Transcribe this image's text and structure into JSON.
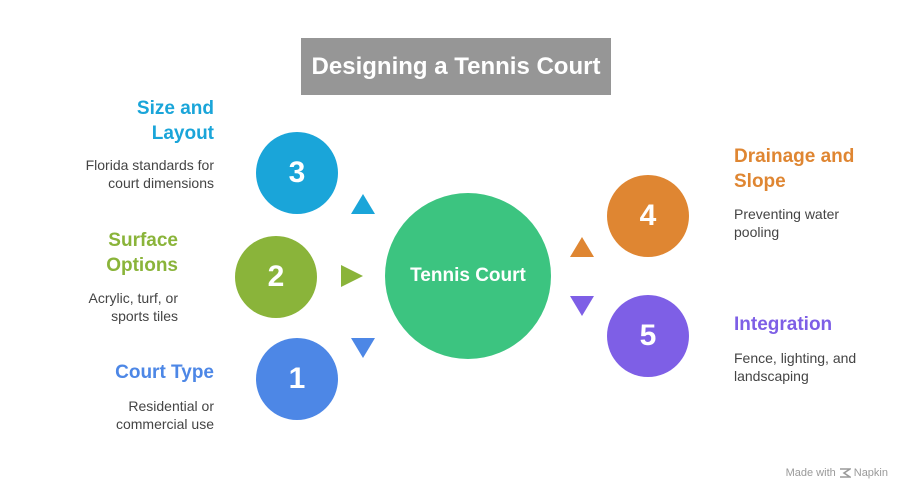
{
  "title": "Designing a Tennis Court",
  "center": {
    "label": "Tennis Court",
    "color": "#3CC480"
  },
  "items": [
    {
      "number": "3",
      "heading": "Size and Layout",
      "description": "Florida standards for court dimensions",
      "color": "#1AA5D9"
    },
    {
      "number": "2",
      "heading": "Surface Options",
      "description": "Acrylic, turf, or sports tiles",
      "color": "#8AB43A"
    },
    {
      "number": "1",
      "heading": "Court Type",
      "description": "Residential or commercial use",
      "color": "#4D87E6"
    },
    {
      "number": "4",
      "heading": "Drainage and Slope",
      "description": "Preventing water pooling",
      "color": "#DF8632"
    },
    {
      "number": "5",
      "heading": "Integration",
      "description": "Fence, lighting, and landscaping",
      "color": "#7E5FE6"
    }
  ],
  "footer": {
    "made_with": "Made with",
    "brand": "Napkin",
    "icon": "napkin-logo-icon"
  }
}
